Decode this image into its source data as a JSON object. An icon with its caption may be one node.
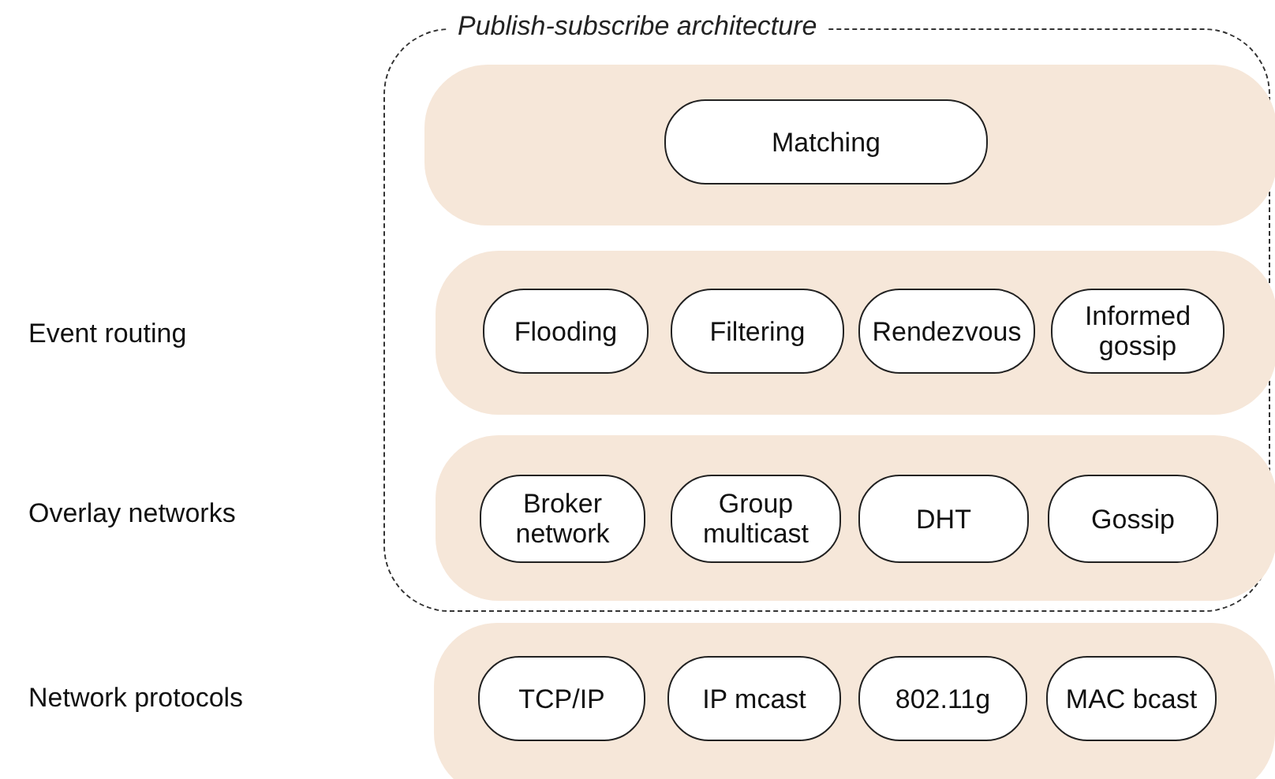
{
  "diagram": {
    "nodes": [
      {
        "text": [
          "Publish-subscribe architecture"
        ]
      },
      {
        "text": [],
        "shape": "box",
        "in": 0
      },
      {
        "text": [
          "Matching"
        ],
        "in": 1
      },
      {
        "text": [],
        "shape": "box",
        "in": 0
      },
      {
        "text": [
          "Flooding"
        ],
        "in": 3
      },
      {
        "text": [
          "Filtering"
        ],
        "in": 3
      },
      {
        "text": [
          "Rendezvous"
        ],
        "in": 3
      },
      {
        "text": [
          "Informed gossip"
        ],
        "in": 3
      },
      {
        "text": [],
        "shape": "box",
        "in": 0
      },
      {
        "text": [
          "Broker network"
        ],
        "in": 8
      },
      {
        "text": [
          "Group multicast"
        ],
        "in": 8
      },
      {
        "text": [
          "DHT"
        ],
        "in": 8
      },
      {
        "text": [
          "Gossip"
        ],
        "in": 8
      },
      {
        "text": [],
        "shape": "box"
      },
      {
        "text": [
          "TCP/IP"
        ],
        "in": 13
      },
      {
        "text": [
          "IP mcast"
        ],
        "in": 13
      },
      {
        "text": [
          "802.11g"
        ],
        "in": 13
      },
      {
        "text": [
          "MAC bcast"
        ],
        "in": 13
      }
    ],
    "labels": [
      "Event routing",
      "Overlay networks",
      "Network protocols"
    ]
  }
}
